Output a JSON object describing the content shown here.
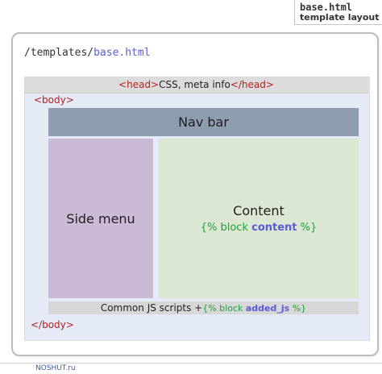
{
  "caption": {
    "filename": "base.html",
    "subtitle": "template layout"
  },
  "file_path": {
    "prefix": "/templates/",
    "filename": "base.html"
  },
  "head": {
    "open_tag": "<head>",
    "text": "CSS, meta info",
    "close_tag": "</head>"
  },
  "body_tags": {
    "open": "<body>",
    "close": "</body>"
  },
  "regions": {
    "navbar": "Nav bar",
    "side_menu": "Side menu",
    "content": "Content",
    "content_block_open": "{% block ",
    "content_block_name": "content",
    "content_block_close": " %}",
    "scripts_text": "Common JS scripts + ",
    "scripts_block_open": "{% block ",
    "scripts_block_name": "added_js",
    "scripts_block_close": " %}"
  },
  "watermark": "NOSHUT.ru",
  "colors": {
    "navbar": "#8d9caf",
    "side_menu": "#cbbad6",
    "content": "#dce7d3",
    "document": "#e4ebf6",
    "html_tag": "#b81f1f",
    "template_tag": "#1ea33a",
    "block_name": "#5b5bd6"
  }
}
